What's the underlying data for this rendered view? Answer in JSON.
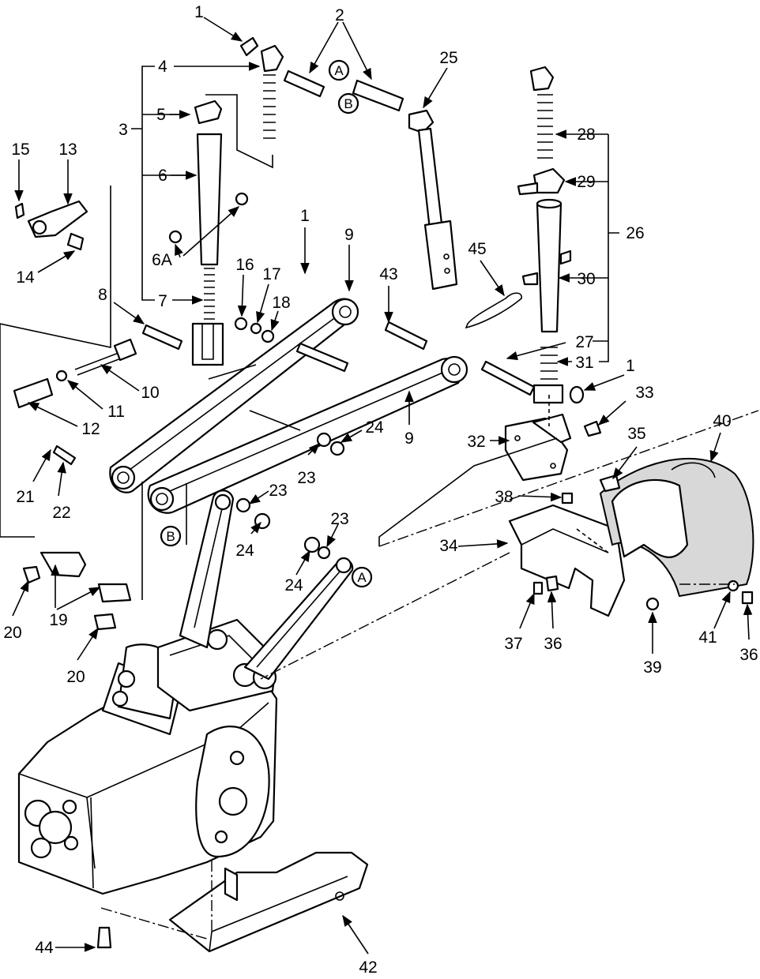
{
  "callouts": [
    "1",
    "2",
    "3",
    "4",
    "5",
    "6",
    "6A",
    "7",
    "8",
    "9",
    "10",
    "11",
    "12",
    "13",
    "14",
    "15",
    "16",
    "17",
    "18",
    "19",
    "20",
    "21",
    "22",
    "23",
    "24",
    "25",
    "26",
    "27",
    "28",
    "29",
    "30",
    "31",
    "32",
    "33",
    "34",
    "35",
    "36",
    "37",
    "38",
    "39",
    "40",
    "41",
    "42",
    "43",
    "44",
    "45"
  ],
  "reference_markers": [
    "A",
    "B"
  ]
}
